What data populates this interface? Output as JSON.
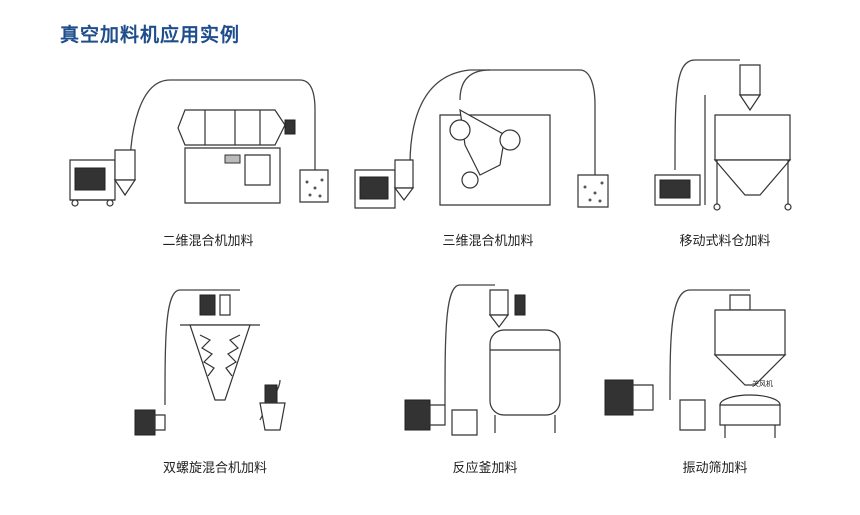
{
  "title": "真空加料机应用实例",
  "panels": [
    {
      "caption": "二维混合机加料",
      "icon": "2d-mixer-diagram"
    },
    {
      "caption": "三维混合机加料",
      "icon": "3d-mixer-diagram"
    },
    {
      "caption": "移动式料仓加料",
      "icon": "mobile-silo-diagram"
    },
    {
      "caption": "双螺旋混合机加料",
      "icon": "double-screw-mixer-diagram"
    },
    {
      "caption": "反应釜加料",
      "icon": "reactor-diagram"
    },
    {
      "caption": "振动筛加料",
      "icon": "vibrating-screen-diagram"
    }
  ],
  "labels": {
    "fan": "关风机"
  }
}
